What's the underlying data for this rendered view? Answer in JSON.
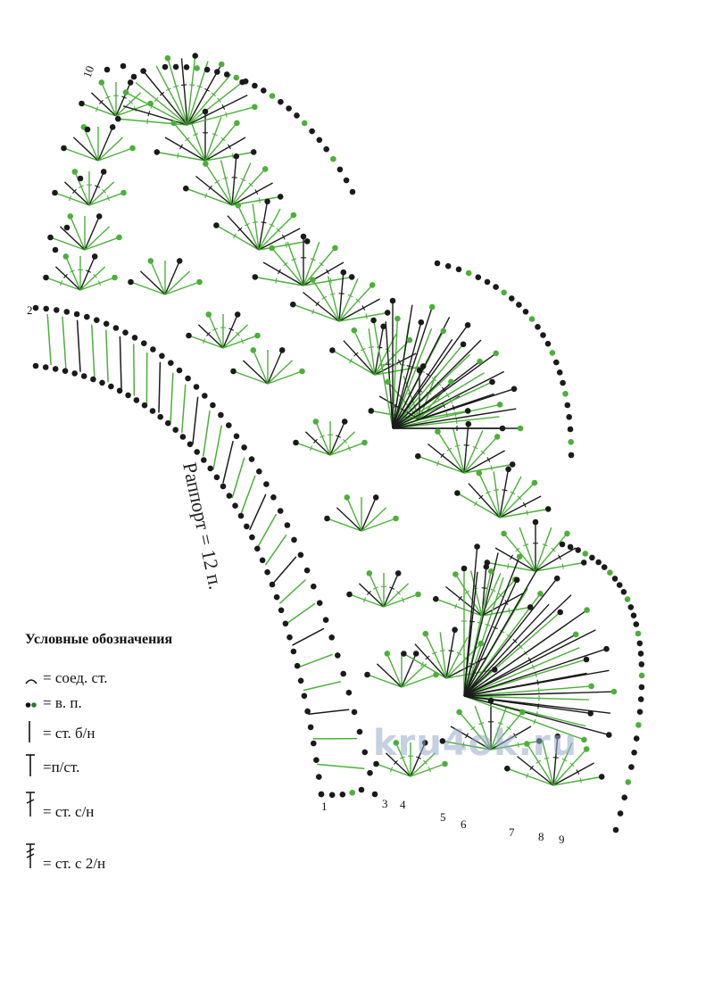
{
  "diagram": {
    "type": "crochet-chart",
    "rapport_label": "Раппорт = 12 п.",
    "row_numbers": [
      "1",
      "2",
      "3",
      "4",
      "5",
      "6",
      "7",
      "8",
      "9",
      "10"
    ],
    "colors": {
      "green": "#4caf3a",
      "dark": "#1a1a1a",
      "gray": "#555555"
    }
  },
  "legend": {
    "title": "Условные обозначения",
    "items": [
      {
        "icon": "slip-stitch-icon",
        "label": "= соед. ст."
      },
      {
        "icon": "chain-stitch-icon",
        "label": "= в. п."
      },
      {
        "icon": "single-crochet-icon",
        "label": "= ст. б/н"
      },
      {
        "icon": "half-double-crochet-icon",
        "label": "=п/ст."
      },
      {
        "icon": "double-crochet-icon",
        "label": "= ст. с/н"
      },
      {
        "icon": "treble-crochet-icon",
        "label": "= ст. с 2/н"
      }
    ]
  },
  "watermark": "kru4ok.ru"
}
